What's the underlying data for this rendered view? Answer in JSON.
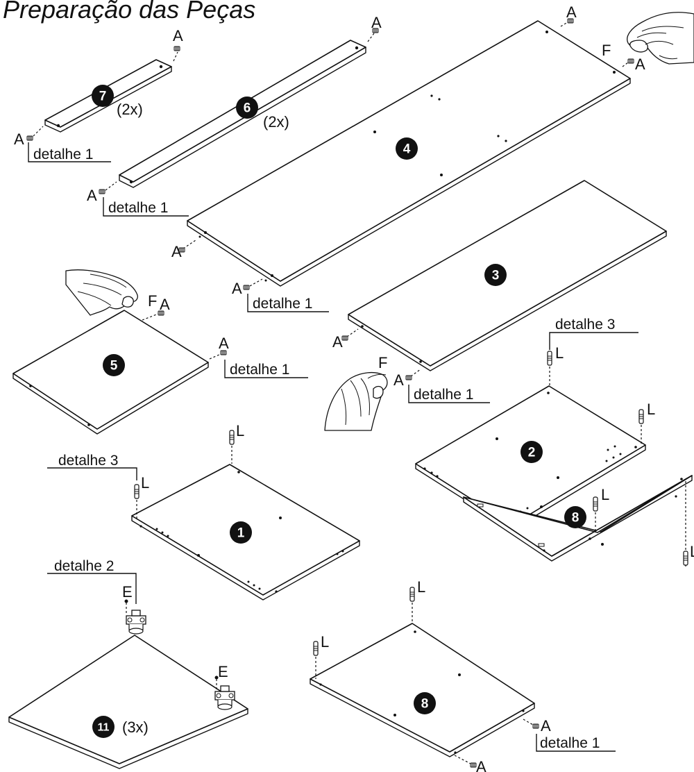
{
  "title": "Preparação das Peças",
  "pieces": {
    "p7": {
      "number": "7",
      "qty": "(2x)"
    },
    "p6": {
      "number": "6",
      "qty": "(2x)"
    },
    "p4": {
      "number": "4"
    },
    "p3": {
      "number": "3"
    },
    "p5": {
      "number": "5"
    },
    "p2": {
      "number": "2"
    },
    "p1": {
      "number": "1"
    },
    "p8a": {
      "number": "8"
    },
    "p8b": {
      "number": "8"
    },
    "p11": {
      "number": "11",
      "qty": "(3x)"
    }
  },
  "labels": {
    "a": "A",
    "f": "F",
    "l": "L",
    "e": "E",
    "detail1": "detalhe 1",
    "detail2": "detalhe 2",
    "detail3": "detalhe 3"
  }
}
